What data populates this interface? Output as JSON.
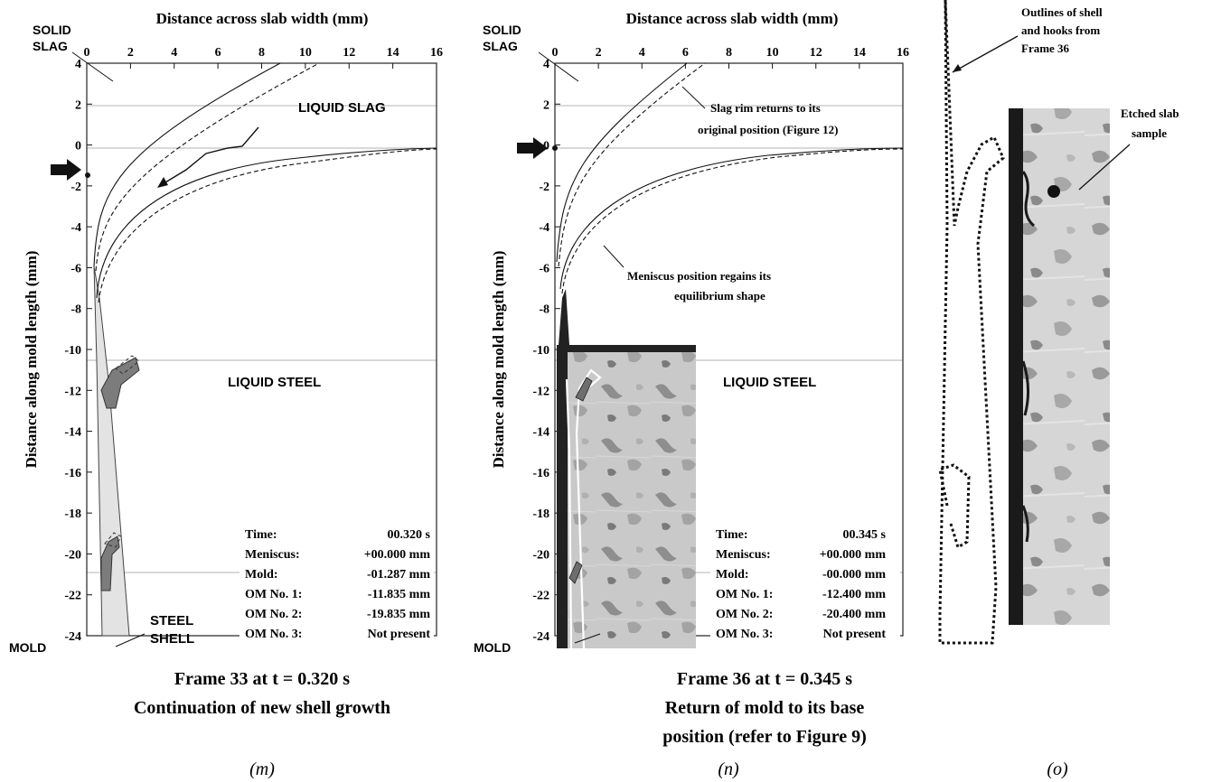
{
  "panels": [
    {
      "id": "m",
      "x_axis_label": "Distance across slab width (mm)",
      "y_axis_label": "Distance along mold length (mm)",
      "x_ticks": [
        "0",
        "2",
        "4",
        "6",
        "8",
        "10",
        "12",
        "14",
        "16"
      ],
      "y_ticks": [
        "4",
        "2",
        "0",
        "-2",
        "-4",
        "-6",
        "-8",
        "-10",
        "-12",
        "-14",
        "-16",
        "-18",
        "-20",
        "-22",
        "-24"
      ],
      "solid_slag": [
        "SOLID",
        "SLAG"
      ],
      "liquid_slag": "LIQUID SLAG",
      "liquid_steel": "LIQUID STEEL",
      "steel_shell": [
        "STEEL",
        "SHELL"
      ],
      "mold": "MOLD",
      "info": [
        {
          "k": "Time:",
          "v": "00.320 s"
        },
        {
          "k": "Meniscus:",
          "v": "+00.000 mm"
        },
        {
          "k": "Mold:",
          "v": "-01.287 mm"
        },
        {
          "k": "OM No. 1:",
          "v": "-11.835 mm"
        },
        {
          "k": "OM No. 2:",
          "v": "-19.835 mm"
        },
        {
          "k": "OM No. 3:",
          "v": "Not present"
        }
      ],
      "caption_line1": "Frame 33 at t = 0.320 s",
      "caption_line2": "Continuation of new shell growth",
      "label": "(m)"
    },
    {
      "id": "n",
      "x_axis_label": "Distance across slab width (mm)",
      "y_axis_label": "Distance along mold length (mm)",
      "x_ticks": [
        "0",
        "2",
        "4",
        "6",
        "8",
        "10",
        "12",
        "14",
        "16"
      ],
      "y_ticks": [
        "4",
        "2",
        "0",
        "-2",
        "-4",
        "-6",
        "-8",
        "-10",
        "-12",
        "-14",
        "-16",
        "-18",
        "-20",
        "-22",
        "-24"
      ],
      "solid_slag": [
        "SOLID",
        "SLAG"
      ],
      "liquid_steel": "LIQUID STEEL",
      "mold": "MOLD",
      "annotation_slag_rim": [
        "Slag rim returns to its",
        "original position (Figure 12)"
      ],
      "annotation_meniscus": [
        "Meniscus position regains its",
        "equilibrium shape"
      ],
      "info": [
        {
          "k": "Time:",
          "v": "00.345 s"
        },
        {
          "k": "Meniscus:",
          "v": "+00.000 mm"
        },
        {
          "k": "Mold:",
          "v": "-00.000 mm"
        },
        {
          "k": "OM No. 1:",
          "v": "-12.400 mm"
        },
        {
          "k": "OM No. 2:",
          "v": "-20.400 mm"
        },
        {
          "k": "OM No. 3:",
          "v": "Not present"
        }
      ],
      "caption_line1": "Frame 36 at t = 0.345 s",
      "caption_line2": "Return of mold to its base",
      "caption_line3": "position (refer to Figure 9)",
      "label": "(n)"
    },
    {
      "id": "o",
      "outline_label": [
        "Outlines of shell",
        "and hooks from",
        "Frame 36"
      ],
      "sample_label": [
        "Etched slab",
        "sample"
      ],
      "label": "(o)"
    }
  ]
}
